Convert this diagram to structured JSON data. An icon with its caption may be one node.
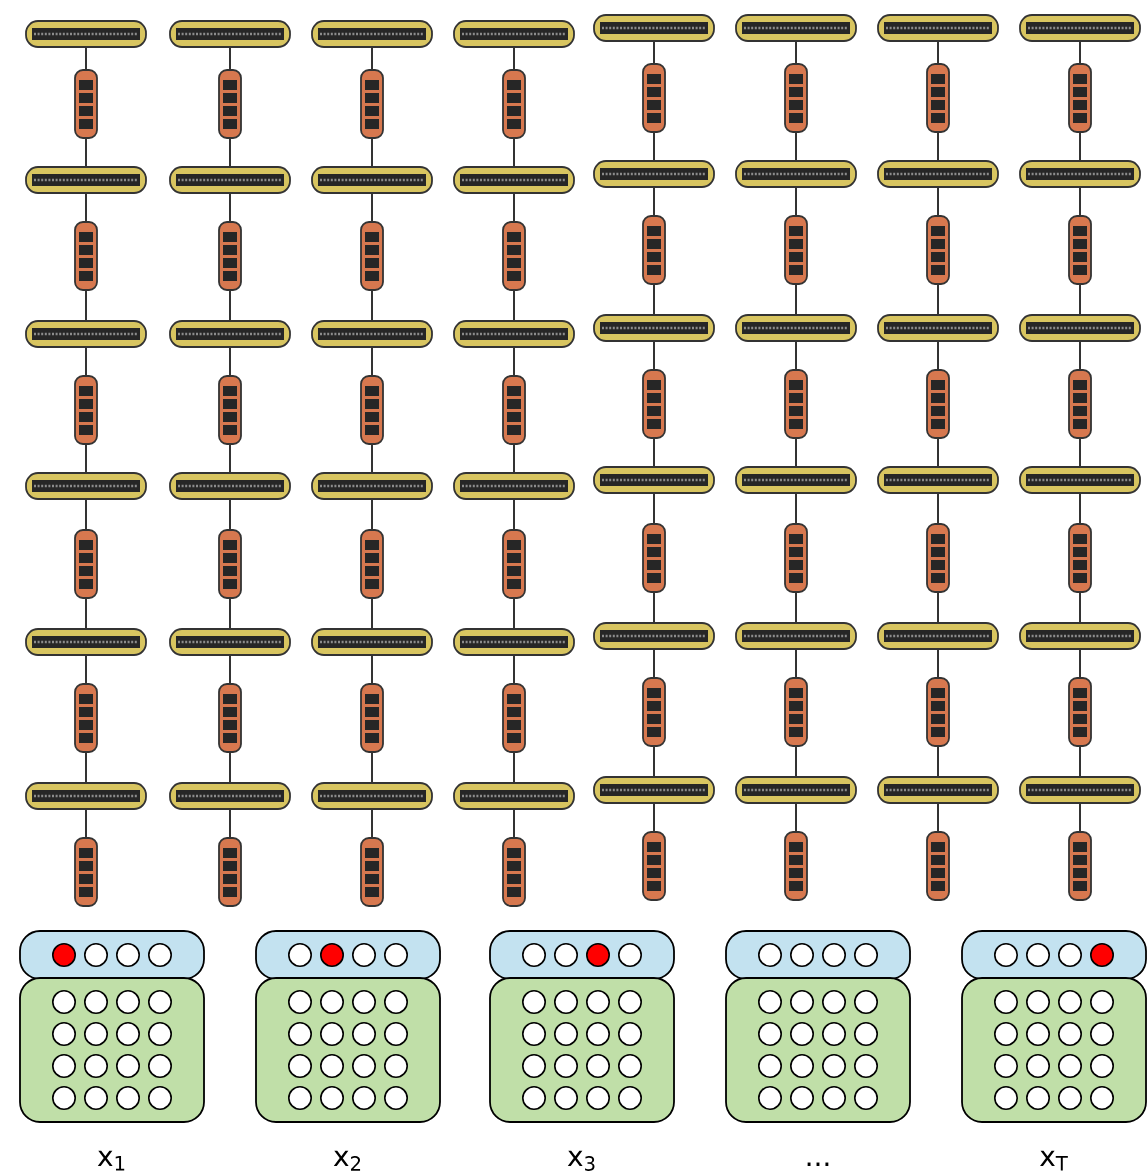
{
  "diagram": {
    "nodes": [
      {
        "text": [],
        "shape": "bar"
      },
      {
        "text": [],
        "shape": "bar"
      },
      {
        "text": [],
        "shape": "bar"
      },
      {
        "text": [],
        "shape": "bar"
      },
      {
        "text": [],
        "shape": "bar"
      },
      {
        "text": [],
        "shape": "bar"
      },
      {
        "text": [],
        "shape": "bar"
      },
      {
        "text": [],
        "shape": "bar"
      },
      {
        "text": [],
        "shape": "capsule"
      },
      {
        "text": [],
        "shape": "capsule"
      },
      {
        "text": [],
        "shape": "capsule"
      },
      {
        "text": [],
        "shape": "capsule"
      },
      {
        "text": [],
        "shape": "capsule"
      },
      {
        "text": [],
        "shape": "capsule"
      },
      {
        "text": [],
        "shape": "capsule"
      },
      {
        "text": [],
        "shape": "capsule"
      },
      {
        "text": [],
        "shape": "bar"
      },
      {
        "text": [],
        "shape": "bar"
      },
      {
        "text": [],
        "shape": "bar"
      },
      {
        "text": [],
        "shape": "bar"
      },
      {
        "text": [],
        "shape": "bar"
      },
      {
        "text": [],
        "shape": "bar"
      },
      {
        "text": [],
        "shape": "bar"
      },
      {
        "text": [],
        "shape": "bar"
      },
      {
        "text": [],
        "shape": "capsule"
      },
      {
        "text": [],
        "shape": "capsule"
      },
      {
        "text": [],
        "shape": "capsule"
      },
      {
        "text": [],
        "shape": "capsule"
      },
      {
        "text": [],
        "shape": "capsule"
      },
      {
        "text": [],
        "shape": "capsule"
      },
      {
        "text": [],
        "shape": "capsule"
      },
      {
        "text": [],
        "shape": "capsule"
      },
      {
        "text": [],
        "shape": "bar"
      },
      {
        "text": [],
        "shape": "bar"
      },
      {
        "text": [],
        "shape": "bar"
      },
      {
        "text": [],
        "shape": "bar"
      },
      {
        "text": [],
        "shape": "bar"
      },
      {
        "text": [],
        "shape": "bar"
      },
      {
        "text": [],
        "shape": "bar"
      },
      {
        "text": [],
        "shape": "bar"
      },
      {
        "text": [],
        "shape": "capsule"
      },
      {
        "text": [],
        "shape": "capsule"
      },
      {
        "text": [],
        "shape": "capsule"
      },
      {
        "text": [],
        "shape": "capsule"
      },
      {
        "text": [],
        "shape": "capsule"
      },
      {
        "text": [],
        "shape": "capsule"
      },
      {
        "text": [],
        "shape": "capsule"
      },
      {
        "text": [],
        "shape": "capsule"
      },
      {
        "text": [],
        "shape": "bar"
      },
      {
        "text": [],
        "shape": "bar"
      },
      {
        "text": [],
        "shape": "bar"
      },
      {
        "text": [],
        "shape": "bar"
      },
      {
        "text": [],
        "shape": "bar"
      },
      {
        "text": [],
        "shape": "bar"
      },
      {
        "text": [],
        "shape": "bar"
      },
      {
        "text": [],
        "shape": "bar"
      },
      {
        "text": [],
        "shape": "capsule"
      },
      {
        "text": [],
        "shape": "capsule"
      },
      {
        "text": [],
        "shape": "capsule"
      },
      {
        "text": [],
        "shape": "capsule"
      },
      {
        "text": [],
        "shape": "capsule"
      },
      {
        "text": [],
        "shape": "capsule"
      },
      {
        "text": [],
        "shape": "capsule"
      },
      {
        "text": [],
        "shape": "capsule"
      },
      {
        "text": [],
        "shape": "bar"
      },
      {
        "text": [],
        "shape": "bar"
      },
      {
        "text": [],
        "shape": "bar"
      },
      {
        "text": [],
        "shape": "bar"
      },
      {
        "text": [],
        "shape": "bar"
      },
      {
        "text": [],
        "shape": "bar"
      },
      {
        "text": [],
        "shape": "bar"
      },
      {
        "text": [],
        "shape": "bar"
      },
      {
        "text": [],
        "shape": "capsule"
      },
      {
        "text": [],
        "shape": "capsule"
      },
      {
        "text": [],
        "shape": "capsule"
      },
      {
        "text": [],
        "shape": "capsule"
      },
      {
        "text": [],
        "shape": "capsule"
      },
      {
        "text": [],
        "shape": "capsule"
      },
      {
        "text": [],
        "shape": "capsule"
      },
      {
        "text": [],
        "shape": "capsule"
      },
      {
        "text": [],
        "shape": "bar"
      },
      {
        "text": [],
        "shape": "bar"
      },
      {
        "text": [],
        "shape": "bar"
      },
      {
        "text": [],
        "shape": "bar"
      },
      {
        "text": [],
        "shape": "bar"
      },
      {
        "text": [],
        "shape": "bar"
      },
      {
        "text": [],
        "shape": "bar"
      },
      {
        "text": [],
        "shape": "bar"
      },
      {
        "text": [],
        "shape": "capsule"
      },
      {
        "text": [],
        "shape": "capsule"
      },
      {
        "text": [],
        "shape": "capsule"
      },
      {
        "text": [],
        "shape": "capsule"
      },
      {
        "text": [],
        "shape": "capsule"
      },
      {
        "text": [],
        "shape": "capsule"
      },
      {
        "text": [],
        "shape": "capsule"
      },
      {
        "text": [],
        "shape": "capsule"
      },
      {
        "text": [],
        "shape": "box"
      },
      {
        "text": [],
        "shape": "box",
        "beside": [
          "x$_{1}$"
        ]
      },
      {
        "text": [],
        "shape": "box"
      },
      {
        "text": [],
        "shape": "box",
        "beside": [
          "x$_{2}$"
        ]
      },
      {
        "text": [],
        "shape": "box"
      },
      {
        "text": [],
        "shape": "box",
        "beside": [
          "x$_{3}$"
        ]
      },
      {
        "text": [],
        "shape": "box"
      },
      {
        "text": [],
        "shape": "box",
        "beside": [
          "..."
        ]
      },
      {
        "text": [],
        "shape": "box"
      },
      {
        "text": [],
        "shape": "box",
        "beside": [
          "x$_{T}$"
        ]
      }
    ],
    "edges": [
      {
        "from": 0,
        "to": 8,
        "arrow": "none"
      },
      {
        "from": 1,
        "to": 9,
        "arrow": "none"
      },
      {
        "from": 2,
        "to": 10,
        "arrow": "none"
      },
      {
        "from": 3,
        "to": 11,
        "arrow": "none"
      },
      {
        "from": 4,
        "to": 12,
        "arrow": "none"
      },
      {
        "from": 5,
        "to": 13,
        "arrow": "none"
      },
      {
        "from": 6,
        "to": 14,
        "arrow": "none"
      },
      {
        "from": 7,
        "to": 15,
        "arrow": "none"
      },
      {
        "from": 8,
        "to": 16,
        "arrow": "none"
      },
      {
        "from": 9,
        "to": 17,
        "arrow": "none"
      },
      {
        "from": 10,
        "to": 18,
        "arrow": "none"
      },
      {
        "from": 11,
        "to": 19,
        "arrow": "none"
      },
      {
        "from": 12,
        "to": 20,
        "arrow": "none"
      },
      {
        "from": 13,
        "to": 21,
        "arrow": "none"
      },
      {
        "from": 14,
        "to": 22,
        "arrow": "none"
      },
      {
        "from": 15,
        "to": 23,
        "arrow": "none"
      },
      {
        "from": 16,
        "to": 24,
        "arrow": "none"
      },
      {
        "from": 17,
        "to": 25,
        "arrow": "none"
      },
      {
        "from": 18,
        "to": 26,
        "arrow": "none"
      },
      {
        "from": 19,
        "to": 27,
        "arrow": "none"
      },
      {
        "from": 20,
        "to": 28,
        "arrow": "none"
      },
      {
        "from": 21,
        "to": 29,
        "arrow": "none"
      },
      {
        "from": 22,
        "to": 30,
        "arrow": "none"
      },
      {
        "from": 23,
        "to": 31,
        "arrow": "none"
      },
      {
        "from": 24,
        "to": 32,
        "arrow": "none"
      },
      {
        "from": 25,
        "to": 33,
        "arrow": "none"
      },
      {
        "from": 26,
        "to": 34,
        "arrow": "none"
      },
      {
        "from": 27,
        "to": 35,
        "arrow": "none"
      },
      {
        "from": 28,
        "to": 36,
        "arrow": "none"
      },
      {
        "from": 29,
        "to": 37,
        "arrow": "none"
      },
      {
        "from": 30,
        "to": 38,
        "arrow": "none"
      },
      {
        "from": 31,
        "to": 39,
        "arrow": "none"
      },
      {
        "from": 32,
        "to": 40,
        "arrow": "none"
      },
      {
        "from": 33,
        "to": 41,
        "arrow": "none"
      },
      {
        "from": 34,
        "to": 42,
        "arrow": "none"
      },
      {
        "from": 35,
        "to": 43,
        "arrow": "none"
      },
      {
        "from": 36,
        "to": 44,
        "arrow": "none"
      },
      {
        "from": 37,
        "to": 45,
        "arrow": "none"
      },
      {
        "from": 38,
        "to": 46,
        "arrow": "none"
      },
      {
        "from": 39,
        "to": 47,
        "arrow": "none"
      },
      {
        "from": 40,
        "to": 48,
        "arrow": "none"
      },
      {
        "from": 41,
        "to": 49,
        "arrow": "none"
      },
      {
        "from": 42,
        "to": 50,
        "arrow": "none"
      },
      {
        "from": 43,
        "to": 51,
        "arrow": "none"
      },
      {
        "from": 44,
        "to": 52,
        "arrow": "none"
      },
      {
        "from": 45,
        "to": 53,
        "arrow": "none"
      },
      {
        "from": 46,
        "to": 54,
        "arrow": "none"
      },
      {
        "from": 47,
        "to": 55,
        "arrow": "none"
      },
      {
        "from": 48,
        "to": 56,
        "arrow": "none"
      },
      {
        "from": 49,
        "to": 57,
        "arrow": "none"
      },
      {
        "from": 50,
        "to": 58,
        "arrow": "none"
      },
      {
        "from": 51,
        "to": 59,
        "arrow": "none"
      },
      {
        "from": 52,
        "to": 60,
        "arrow": "none"
      },
      {
        "from": 53,
        "to": 61,
        "arrow": "none"
      },
      {
        "from": 54,
        "to": 62,
        "arrow": "none"
      },
      {
        "from": 55,
        "to": 63,
        "arrow": "none"
      },
      {
        "from": 56,
        "to": 64,
        "arrow": "none"
      },
      {
        "from": 57,
        "to": 65,
        "arrow": "none"
      },
      {
        "from": 58,
        "to": 66,
        "arrow": "none"
      },
      {
        "from": 59,
        "to": 67,
        "arrow": "none"
      },
      {
        "from": 60,
        "to": 68,
        "arrow": "none"
      },
      {
        "from": 61,
        "to": 69,
        "arrow": "none"
      },
      {
        "from": 62,
        "to": 70,
        "arrow": "none"
      },
      {
        "from": 63,
        "to": 71,
        "arrow": "none"
      },
      {
        "from": 64,
        "to": 72,
        "arrow": "none"
      },
      {
        "from": 65,
        "to": 73,
        "arrow": "none"
      },
      {
        "from": 66,
        "to": 74,
        "arrow": "none"
      },
      {
        "from": 67,
        "to": 75,
        "arrow": "none"
      },
      {
        "from": 68,
        "to": 76,
        "arrow": "none"
      },
      {
        "from": 69,
        "to": 77,
        "arrow": "none"
      },
      {
        "from": 70,
        "to": 78,
        "arrow": "none"
      },
      {
        "from": 71,
        "to": 79,
        "arrow": "none"
      },
      {
        "from": 72,
        "to": 80,
        "arrow": "none"
      },
      {
        "from": 73,
        "to": 81,
        "arrow": "none"
      },
      {
        "from": 74,
        "to": 82,
        "arrow": "none"
      },
      {
        "from": 75,
        "to": 83,
        "arrow": "none"
      },
      {
        "from": 76,
        "to": 84,
        "arrow": "none"
      },
      {
        "from": 77,
        "to": 85,
        "arrow": "none"
      },
      {
        "from": 78,
        "to": 86,
        "arrow": "none"
      },
      {
        "from": 79,
        "to": 87,
        "arrow": "none"
      },
      {
        "from": 80,
        "to": 88,
        "arrow": "none"
      },
      {
        "from": 81,
        "to": 89,
        "arrow": "none"
      },
      {
        "from": 82,
        "to": 90,
        "arrow": "none"
      },
      {
        "from": 83,
        "to": 91,
        "arrow": "none"
      },
      {
        "from": 84,
        "to": 92,
        "arrow": "none"
      },
      {
        "from": 85,
        "to": 93,
        "arrow": "none"
      },
      {
        "from": 86,
        "to": 94,
        "arrow": "none"
      },
      {
        "from": 87,
        "to": 95,
        "arrow": "none"
      }
    ]
  }
}
